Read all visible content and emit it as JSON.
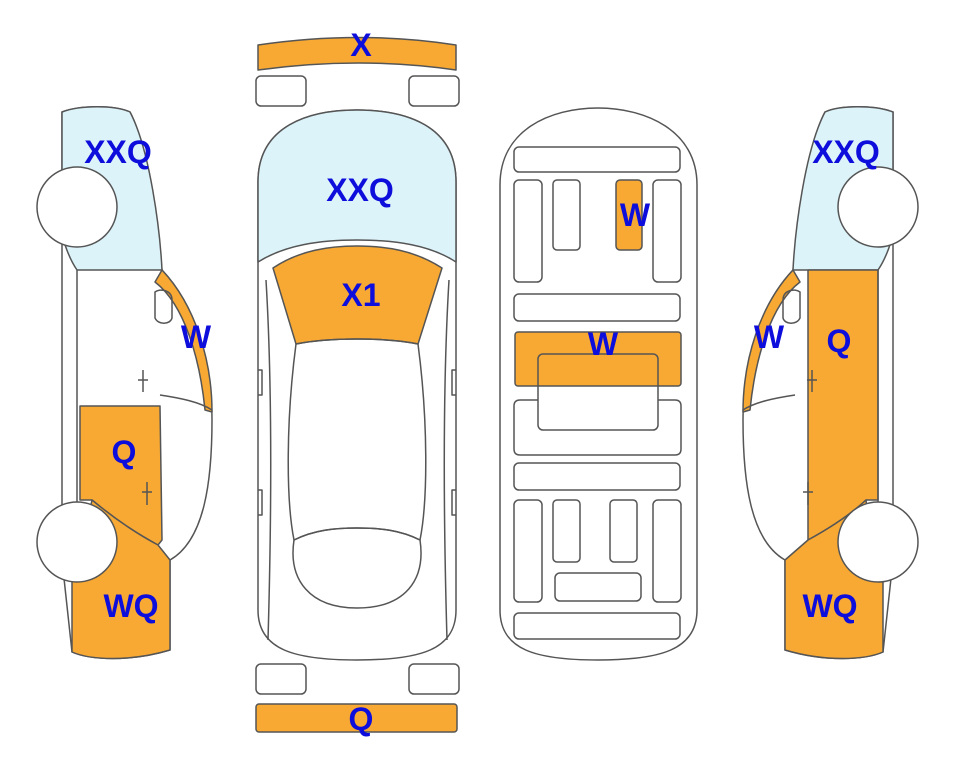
{
  "colors": {
    "damage_fill": "#F7A934",
    "glass_fill": "#DDF3FA",
    "outline": "#555555",
    "label": "#0D0DDC",
    "background": "#FFFFFF"
  },
  "panels": {
    "front_bumper": {
      "code": "X"
    },
    "rear_bumper": {
      "code": "Q"
    },
    "top_windshield": {
      "code": "XXQ"
    },
    "top_hood": {
      "code": "X1"
    },
    "left_windshield": {
      "code": "XXQ"
    },
    "left_front_door": {
      "code": "W"
    },
    "left_rear_door": {
      "code": "Q"
    },
    "left_rear_quarter": {
      "code": "WQ"
    },
    "right_windshield": {
      "code": "XXQ"
    },
    "right_front_door": {
      "code": "W"
    },
    "right_rear_door": {
      "code": "Q"
    },
    "right_rear_quarter": {
      "code": "WQ"
    },
    "underbody_panel_1": {
      "code": "W"
    },
    "underbody_panel_2": {
      "code": "W"
    }
  }
}
